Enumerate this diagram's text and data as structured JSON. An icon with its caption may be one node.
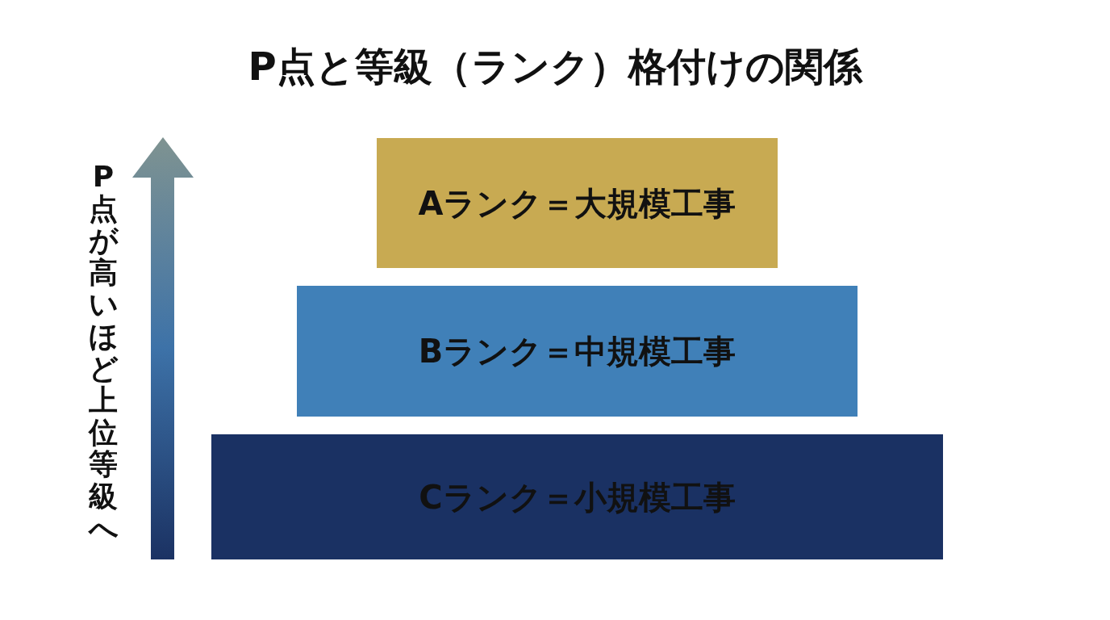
{
  "diagram": {
    "title": "P点と等級（ランク）格付けの関係",
    "nodes": [
      {
        "text": [
          "Aランク＝大規模工事"
        ]
      },
      {
        "text": [
          "Bランク＝中規模工事"
        ]
      },
      {
        "text": [
          "Cランク＝小規模工事"
        ]
      }
    ],
    "labels": [
      "P点が高いほど上位等級へ"
    ]
  }
}
